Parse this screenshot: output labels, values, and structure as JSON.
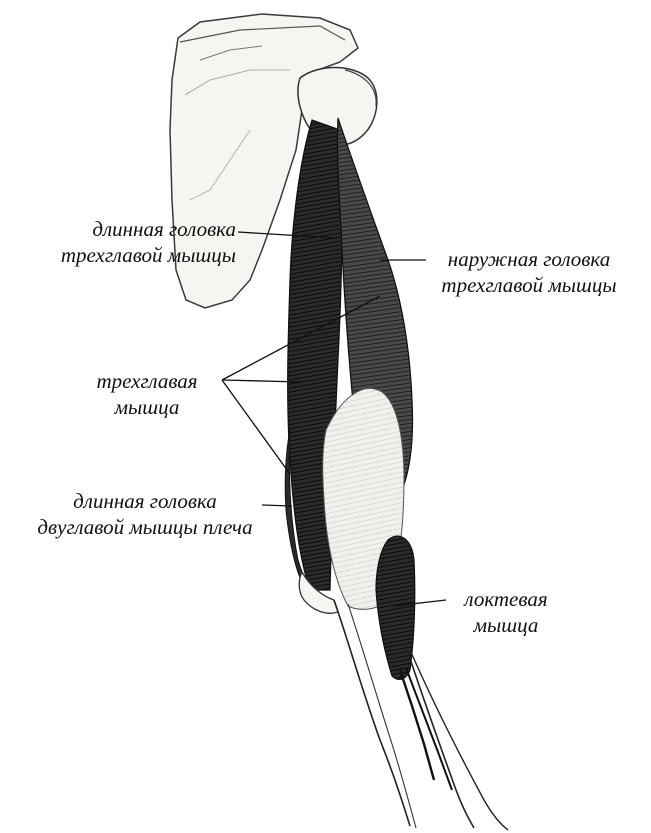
{
  "labels": {
    "long_head_triceps": {
      "line1": "длинная головка",
      "line2": "трехглавой мышцы"
    },
    "lateral_head_triceps": {
      "line1": "наружная головка",
      "line2": "трехглавой мышцы"
    },
    "triceps": {
      "line1": "трехглавая",
      "line2": "мышца"
    },
    "long_head_biceps": {
      "line1": "длинная головка",
      "line2": "двуглавой мышцы плеча"
    },
    "anconeus": {
      "line1": "локтевая",
      "line2": "мышца"
    }
  },
  "colors": {
    "ink": "#111111",
    "bone": "#f7f5f1",
    "muscle_dark": "#1c1c1c",
    "muscle_mid": "#3a3a3a"
  }
}
